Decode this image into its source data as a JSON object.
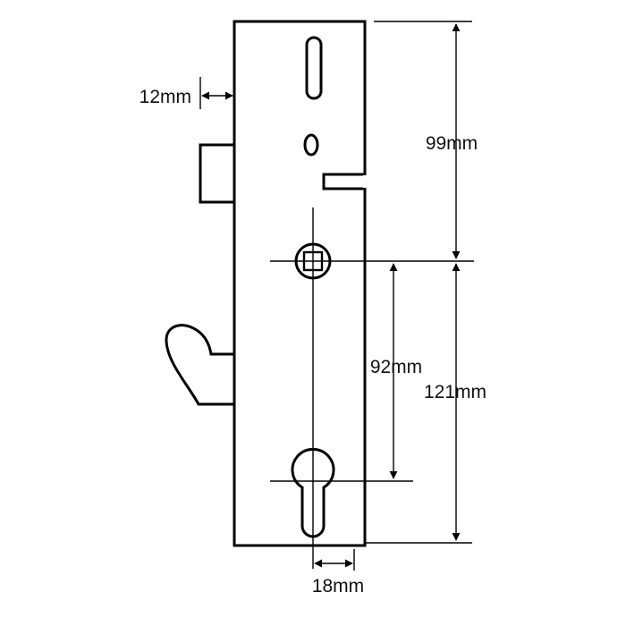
{
  "dimensions": {
    "backset_hook": "12mm",
    "top_to_spindle": "99mm",
    "spindle_to_cylinder": "92mm",
    "spindle_to_bottom": "121mm",
    "cylinder_backset": "18mm"
  },
  "colors": {
    "stroke": "#000000",
    "background": "#ffffff",
    "text": "#111111"
  }
}
